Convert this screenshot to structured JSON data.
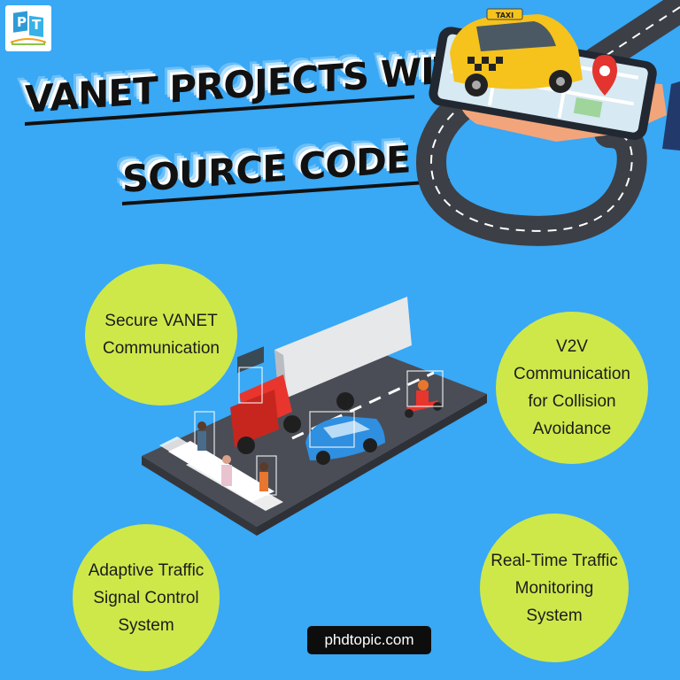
{
  "logo": {
    "letters": [
      "P",
      "T"
    ]
  },
  "title": {
    "line1": "VANET PROJECTS WITH",
    "line2": "SOURCE CODE"
  },
  "bubbles": [
    {
      "text": "Secure VANET\nCommunication"
    },
    {
      "text": "V2V\nCommunication\nfor Collision\nAvoidance"
    },
    {
      "text": "Adaptive Traffic\nSignal Control\nSystem"
    },
    {
      "text": "Real-Time Traffic\nMonitoring\nSystem"
    }
  ],
  "taxi_sign": "TAXI",
  "website": "phdtopic.com",
  "colors": {
    "background": "#39a8f5",
    "bubble": "#cee84a",
    "road": "#3c3f45",
    "truck_cab": "#e8352e",
    "taxi": "#f6c21c",
    "car": "#2f8fe0"
  }
}
